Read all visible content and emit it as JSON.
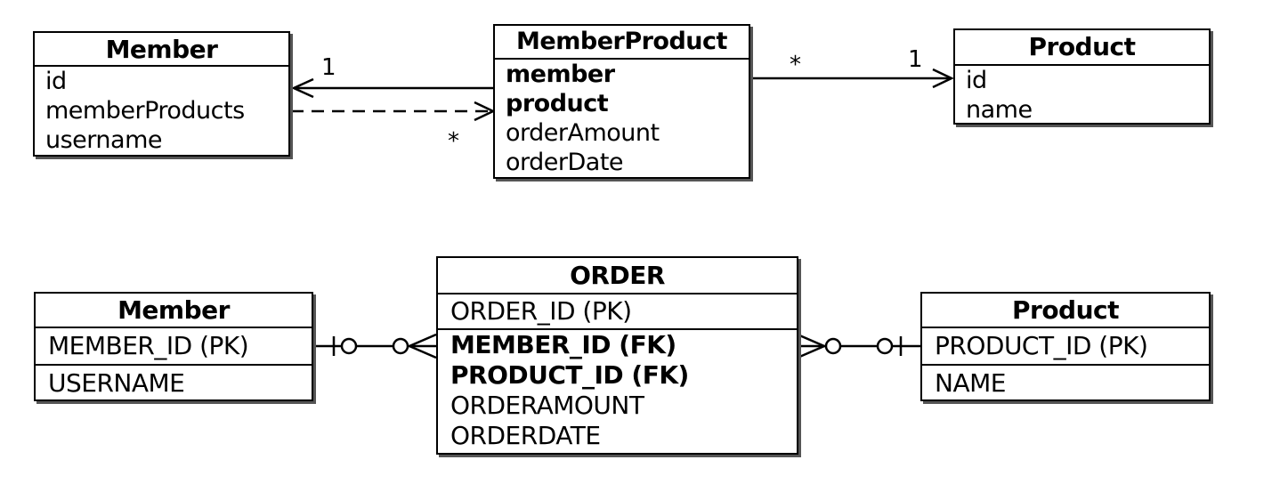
{
  "uml": {
    "member": {
      "title": "Member",
      "fields": [
        "id",
        "memberProducts",
        "username"
      ]
    },
    "member_product": {
      "title": "MemberProduct",
      "fields": [
        {
          "text": "member",
          "bold": true
        },
        {
          "text": "product",
          "bold": true
        },
        {
          "text": "orderAmount",
          "bold": false
        },
        {
          "text": "orderDate",
          "bold": false
        }
      ]
    },
    "product": {
      "title": "Product",
      "fields": [
        "id",
        "name"
      ]
    },
    "multiplicity": {
      "member_one": "1",
      "member_products_many": "*",
      "product_many": "*",
      "product_one": "1"
    }
  },
  "erd": {
    "member": {
      "title": "Member",
      "pk": "MEMBER_ID (PK)",
      "fields": [
        "USERNAME"
      ]
    },
    "order": {
      "title": "ORDER",
      "pk": "ORDER_ID (PK)",
      "fields": [
        {
          "text": "MEMBER_ID (FK)",
          "bold": true
        },
        {
          "text": "PRODUCT_ID (FK)",
          "bold": true
        },
        {
          "text": "ORDERAMOUNT",
          "bold": false
        },
        {
          "text": "ORDERDATE",
          "bold": false
        }
      ]
    },
    "product": {
      "title": "Product",
      "pk": "PRODUCT_ID (PK)",
      "fields": [
        "NAME"
      ]
    }
  }
}
